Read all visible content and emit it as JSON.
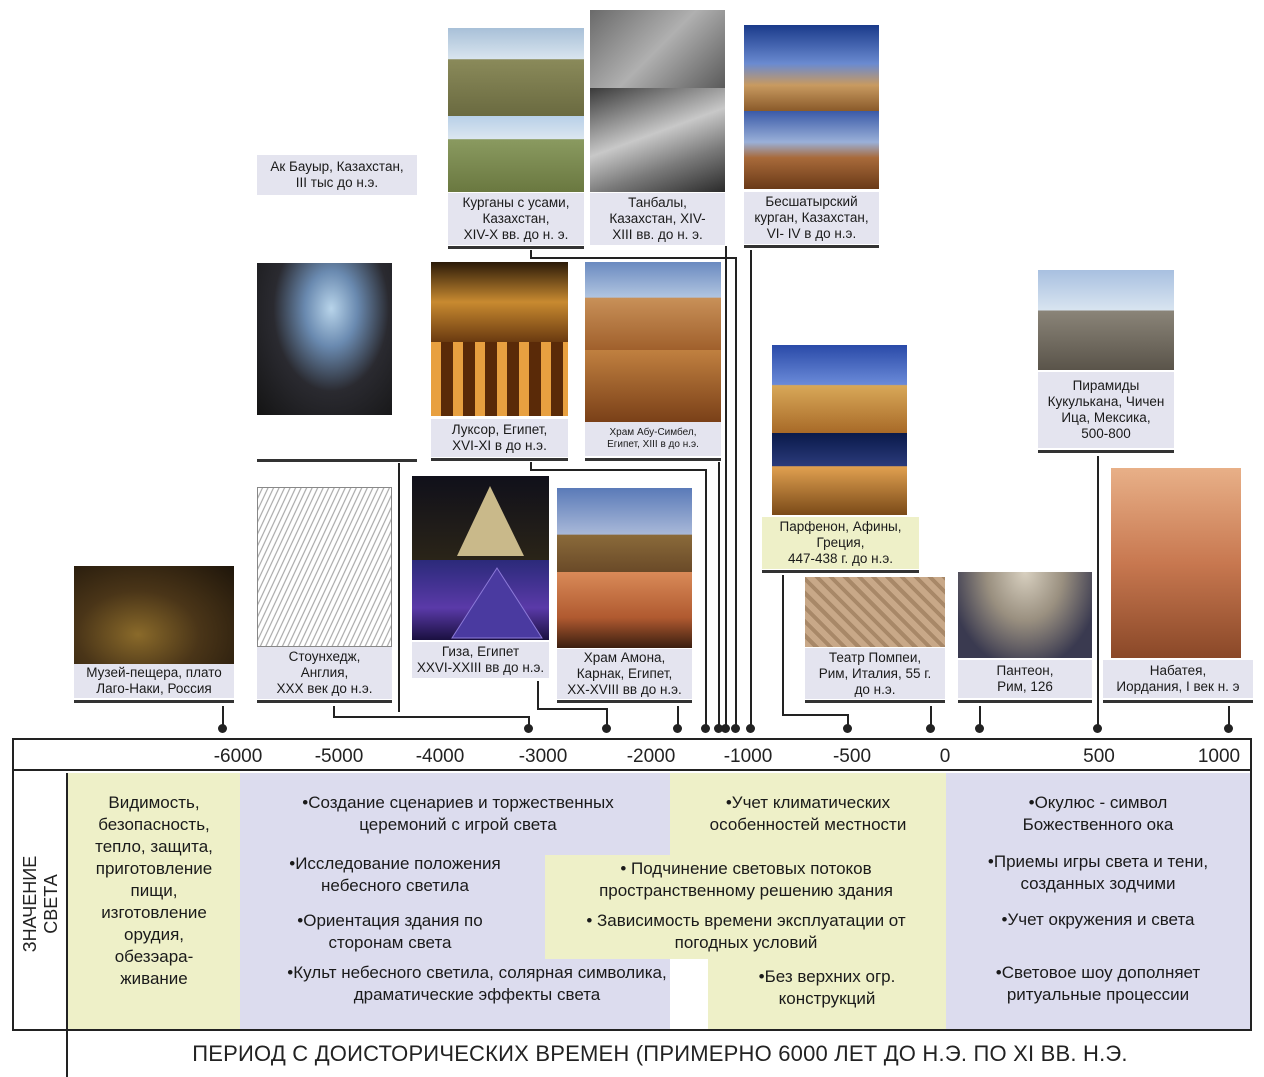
{
  "timeline": {
    "ticks": [
      "-6000",
      "-5000",
      "-4000",
      "-3000",
      "-2000",
      "-1000",
      "-500",
      "0",
      "500",
      "1000"
    ]
  },
  "cards": {
    "museum_cave": "Музей-пещера, плато\nЛаго-Наки, Россия",
    "stonehenge": "Стоунхедж,\nАнглия,\nXXX век до н.э.",
    "giza": "Гиза, Египет\nXXVI-XXIII вв до н.э.",
    "karnak": "Храм Амона,\nКарнак, Египет,\nXX-XVIII вв до н.э.",
    "ak_bauyr": "Ак Бауыр, Казахстан,\nIII тыс до н.э.",
    "luxor": "Луксор, Египет,\nXVI-XI в до н.э.",
    "abu_simbel": "Храм Абу-Симбел,\nЕгипет, XIII в до н.э.",
    "kurgans": "Курганы с усами,\nКазахстан,\nXIV-X вв. до н. э.",
    "tanbaly": "Танбалы,\nКазахстан,  XIV-\nXIII вв. до н. э.",
    "besshatyr": "Бесшатырский\nкурган, Казахстан,\nVI- IV в до н.э.",
    "parthenon": "Парфенон, Афины,\nГреция,\n447-438 г. до н.э.",
    "pompey": "Театр Помпеи,\nРим, Италия, 55 г.\nдо н.э.",
    "pantheon": "Пантеон,\nРим, 126",
    "kukulkan": "Пирамиды\nКукулькана, Чичен\nИца, Мексика,\n500-800",
    "nabatea": "Набатея,\nИордания, I век н. э"
  },
  "table": {
    "meaning_label": "ЗНАЧЕНИЕ\nСВЕТА",
    "col1": "Видимость,\nбезопасность,\nтепло, защита,\nприготовление\nпищи,\nизготовление\nорудия,\nобезэара-\nживание",
    "col2_1": "•Создание сценариев и торжественных\nцеремоний с игрой света",
    "col2_2": "•Исследование положения\nнебесного светила",
    "col2_3": "•Ориентация здания по\nсторонам света",
    "col2_4": "•Культ небесного светила, солярная символика,\nдраматические эффекты света",
    "col3_1": "•Учет климатических\nособенностей местности",
    "col3_2": "• Подчинение световых потоков\nпространственному решению здания",
    "col3_3": "• Зависимость времени эксплуатации от\nпогодных условий",
    "col3_4": "•Без верхних огр.\nконструкций",
    "col4_1": "•Окулюс -  символ\nБожественного ока",
    "col4_2": "•Приемы игры света и тени,\nсозданных зодчими",
    "col4_3": "•Учет окружения и света",
    "col4_4": "•Световое шоу дополняет\nритуальные процессии",
    "period": "ПЕРИОД С ДОИСТОРИЧЕСКИХ ВРЕМЕН (ПРИМЕРНО 6000 ЛЕТ ДО Н.Э. ПО XI ВВ. Н.Э."
  },
  "colors": {
    "yellow_band": "#eef0c8",
    "lavender_band": "#dcdcee",
    "caption_bg": "#e4e4ef"
  }
}
